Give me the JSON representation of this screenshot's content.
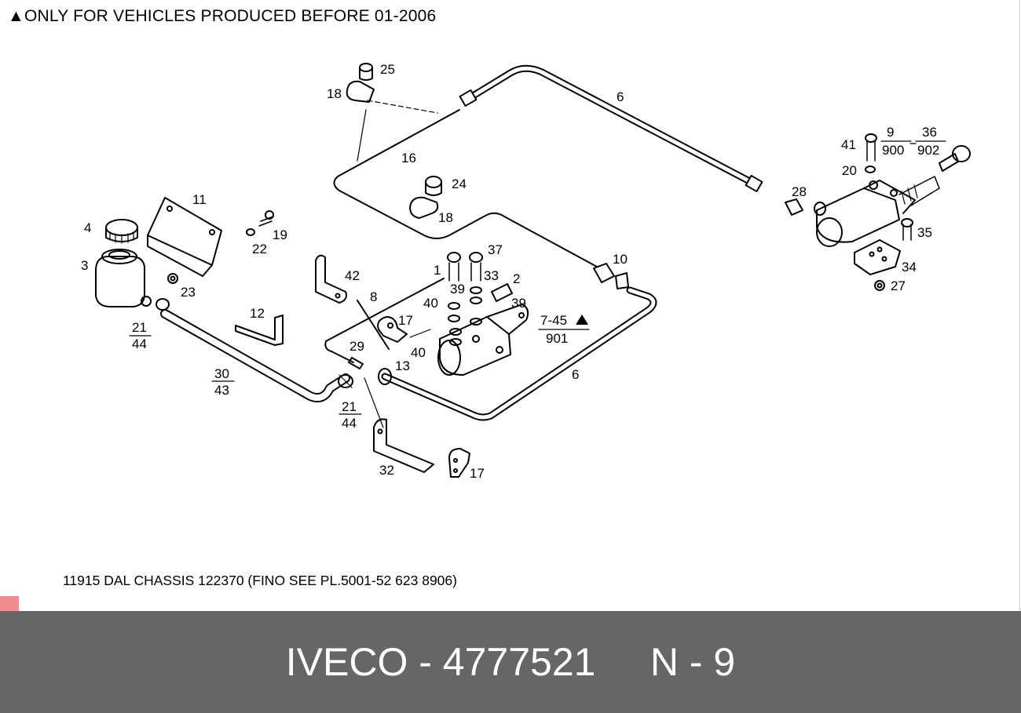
{
  "header": {
    "note": "▲ONLY FOR VEHICLES PRODUCED BEFORE 01-2006"
  },
  "diagram": {
    "callouts": {
      "c25": "25",
      "c18a": "18",
      "c6a": "6",
      "c16": "16",
      "c24": "24",
      "c18b": "18",
      "c11": "11",
      "c4": "4",
      "c19": "19",
      "c22": "22",
      "c3": "3",
      "c23": "23",
      "c42": "42",
      "c37": "37",
      "c1": "1",
      "c33": "33",
      "c2": "2",
      "c39a": "39",
      "c39b": "39",
      "c40a": "40",
      "c40b": "40",
      "c8": "8",
      "c17a": "17",
      "c12": "12",
      "c29": "29",
      "c13": "13",
      "c6b": "6",
      "c10": "10",
      "c32": "32",
      "c17b": "17",
      "c41": "41",
      "c20": "20",
      "c28": "28",
      "c35": "35",
      "c34": "34",
      "c27": "27",
      "f21a_top": "21",
      "f21a_bot": "44",
      "f30_top": "30",
      "f30_bot": "43",
      "f21b_top": "21",
      "f21b_bot": "44",
      "f745_top": "7-45",
      "f745_bot": "901",
      "f9_top": "9",
      "f9_bot": "900",
      "f36_top": "36",
      "f36_bot": "902",
      "dash": "-"
    }
  },
  "footer": {
    "note": "11915 DAL CHASSIS 122370 (FINO SEE PL.5001-52 623 8906)"
  },
  "banner": {
    "text": "IVECO - 4777521     N - 9"
  },
  "colors": {
    "banner_bg": "#666666",
    "banner_text": "#ffffff",
    "marker": "#f28b8b"
  }
}
